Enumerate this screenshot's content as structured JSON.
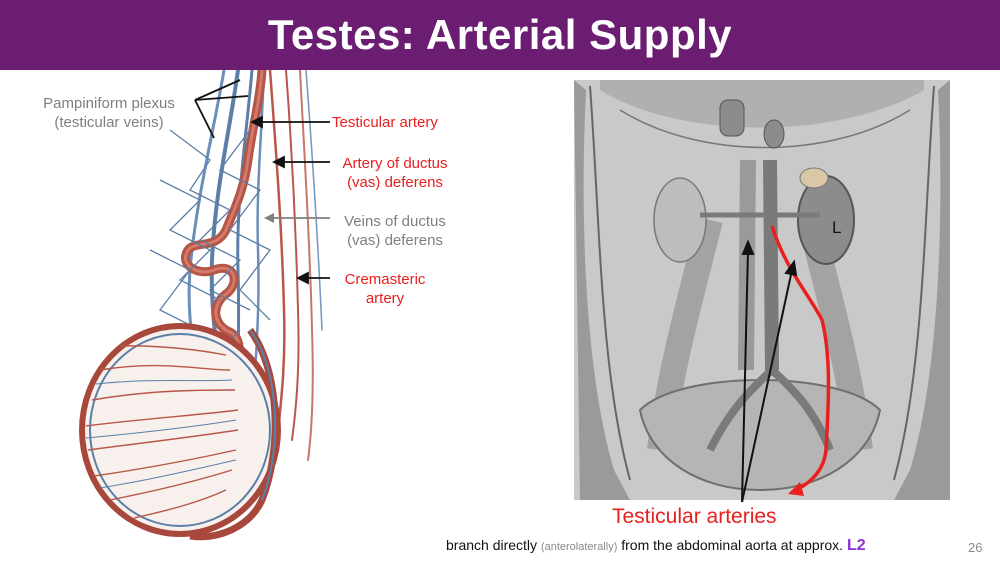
{
  "title": "Testes: Arterial Supply",
  "left_labels": {
    "pampiniform": [
      "Pampiniform plexus",
      "(testicular veins)"
    ],
    "testicular_artery": "Testicular artery",
    "artery_ductus": [
      "Artery of ductus",
      "(vas) deferens"
    ],
    "veins_ductus": [
      "Veins of ductus",
      "(vas) deferens"
    ],
    "cremasteric": [
      "Cremasteric",
      "artery"
    ]
  },
  "right": {
    "side_marker": "L",
    "arteries_label": "Testicular arteries",
    "caption_pre": "branch directly ",
    "caption_small": "(anterolaterally)",
    "caption_post": " from the abdominal aorta at approx. ",
    "caption_level": "L2"
  },
  "page_number": "26",
  "colors": {
    "title_bg": "#6b1d72",
    "label_red": "#e8201e",
    "label_gray": "#7f7f7f",
    "level_purple": "#8b2fd6"
  }
}
